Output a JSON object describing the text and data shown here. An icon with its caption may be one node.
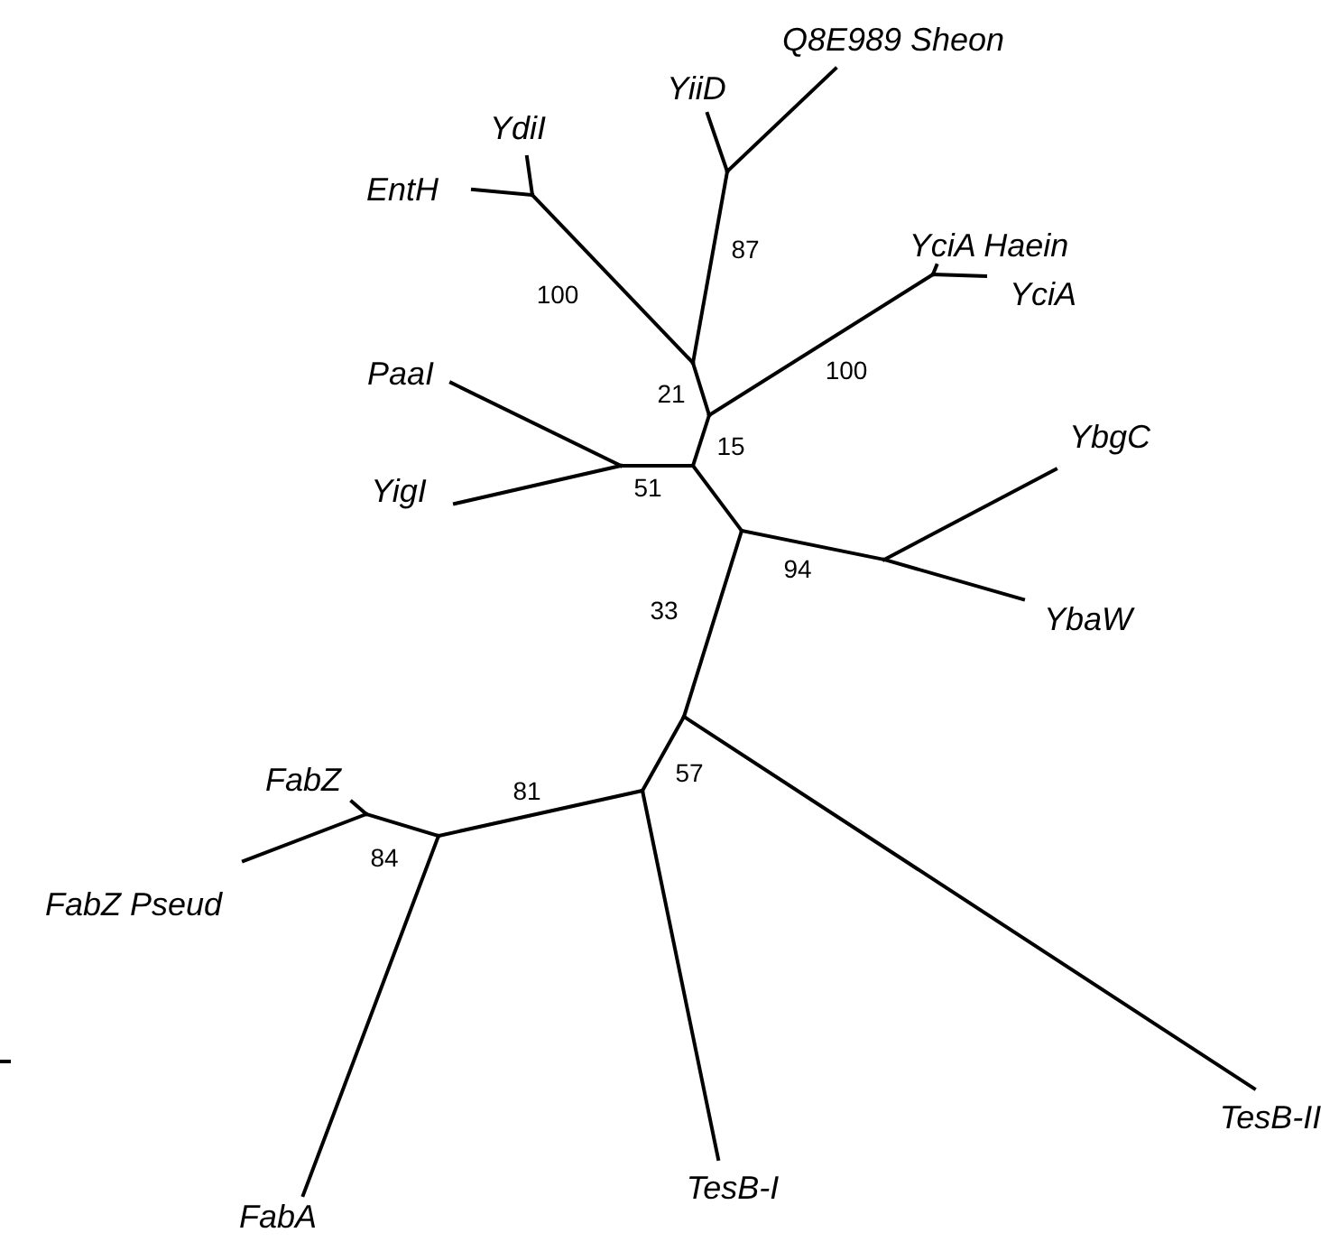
{
  "diagram": {
    "labels": [
      "Q8E989 Sheon",
      "YiiD",
      "YdiI",
      "EntH",
      "87",
      "YciA Haein",
      "YciA",
      "100",
      "100",
      "PaaI",
      "21",
      "15",
      "YbgC",
      "51",
      "YigI",
      "94",
      "YbaW",
      "33",
      "57",
      "FabZ",
      "81",
      "84",
      "FabZ Pseud",
      "TesB-II",
      "TesB-I",
      "FabA"
    ]
  }
}
